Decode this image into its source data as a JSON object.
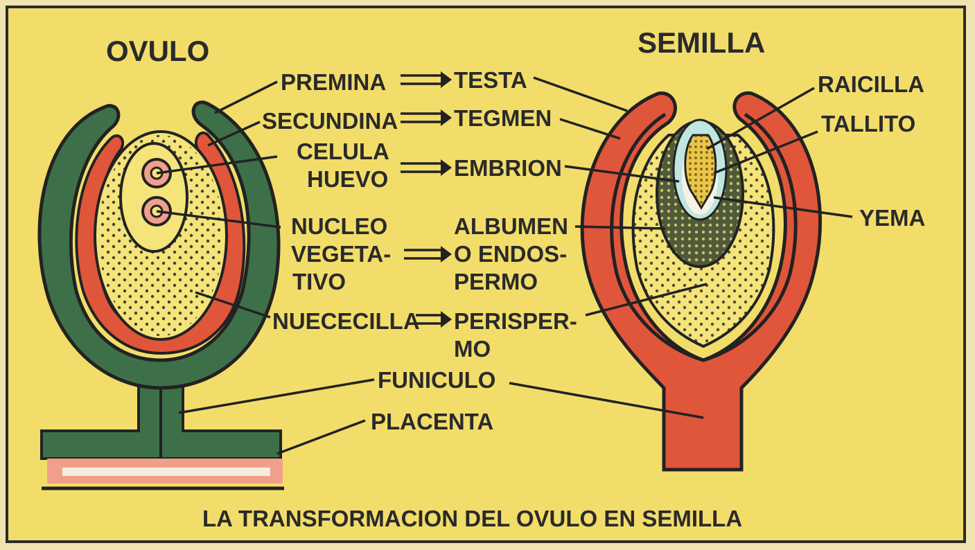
{
  "titles": {
    "left": "OVULO",
    "right": "SEMILLA"
  },
  "caption": "LA TRANSFORMACION DEL OVULO EN SEMILLA",
  "center_labels": {
    "premina": "PREMINA",
    "testa": "TESTA",
    "secundina": "SECUNDINA",
    "tegmen": "TEGMEN",
    "celula": "CELULA",
    "huevo": "HUEVO",
    "embrion": "EMBRION",
    "nucleo": "NUCLEO",
    "vegeta": "VEGETA-",
    "tivo": "TIVO",
    "albumen": "ALBUMEN",
    "o_endos": "O ENDOS-",
    "permo": "PERMO",
    "nuececilla": "NUECECILLA",
    "perisper": "PERISPER-",
    "mo": "MO",
    "funiculo": "FUNICULO",
    "placenta": "PLACENTA"
  },
  "right_labels": {
    "raicilla": "RAICILLA",
    "tallito": "TALLITO",
    "yema": "YEMA"
  },
  "colors": {
    "background": "#f2dd6a",
    "green": "#3d7048",
    "red": "#e0563a",
    "salmon": "#f0a08a",
    "yellow": "#f4e47a",
    "outline": "#222222",
    "embryo_dark": "#4f5a3a",
    "embryo_light": "#bfe6e0"
  }
}
